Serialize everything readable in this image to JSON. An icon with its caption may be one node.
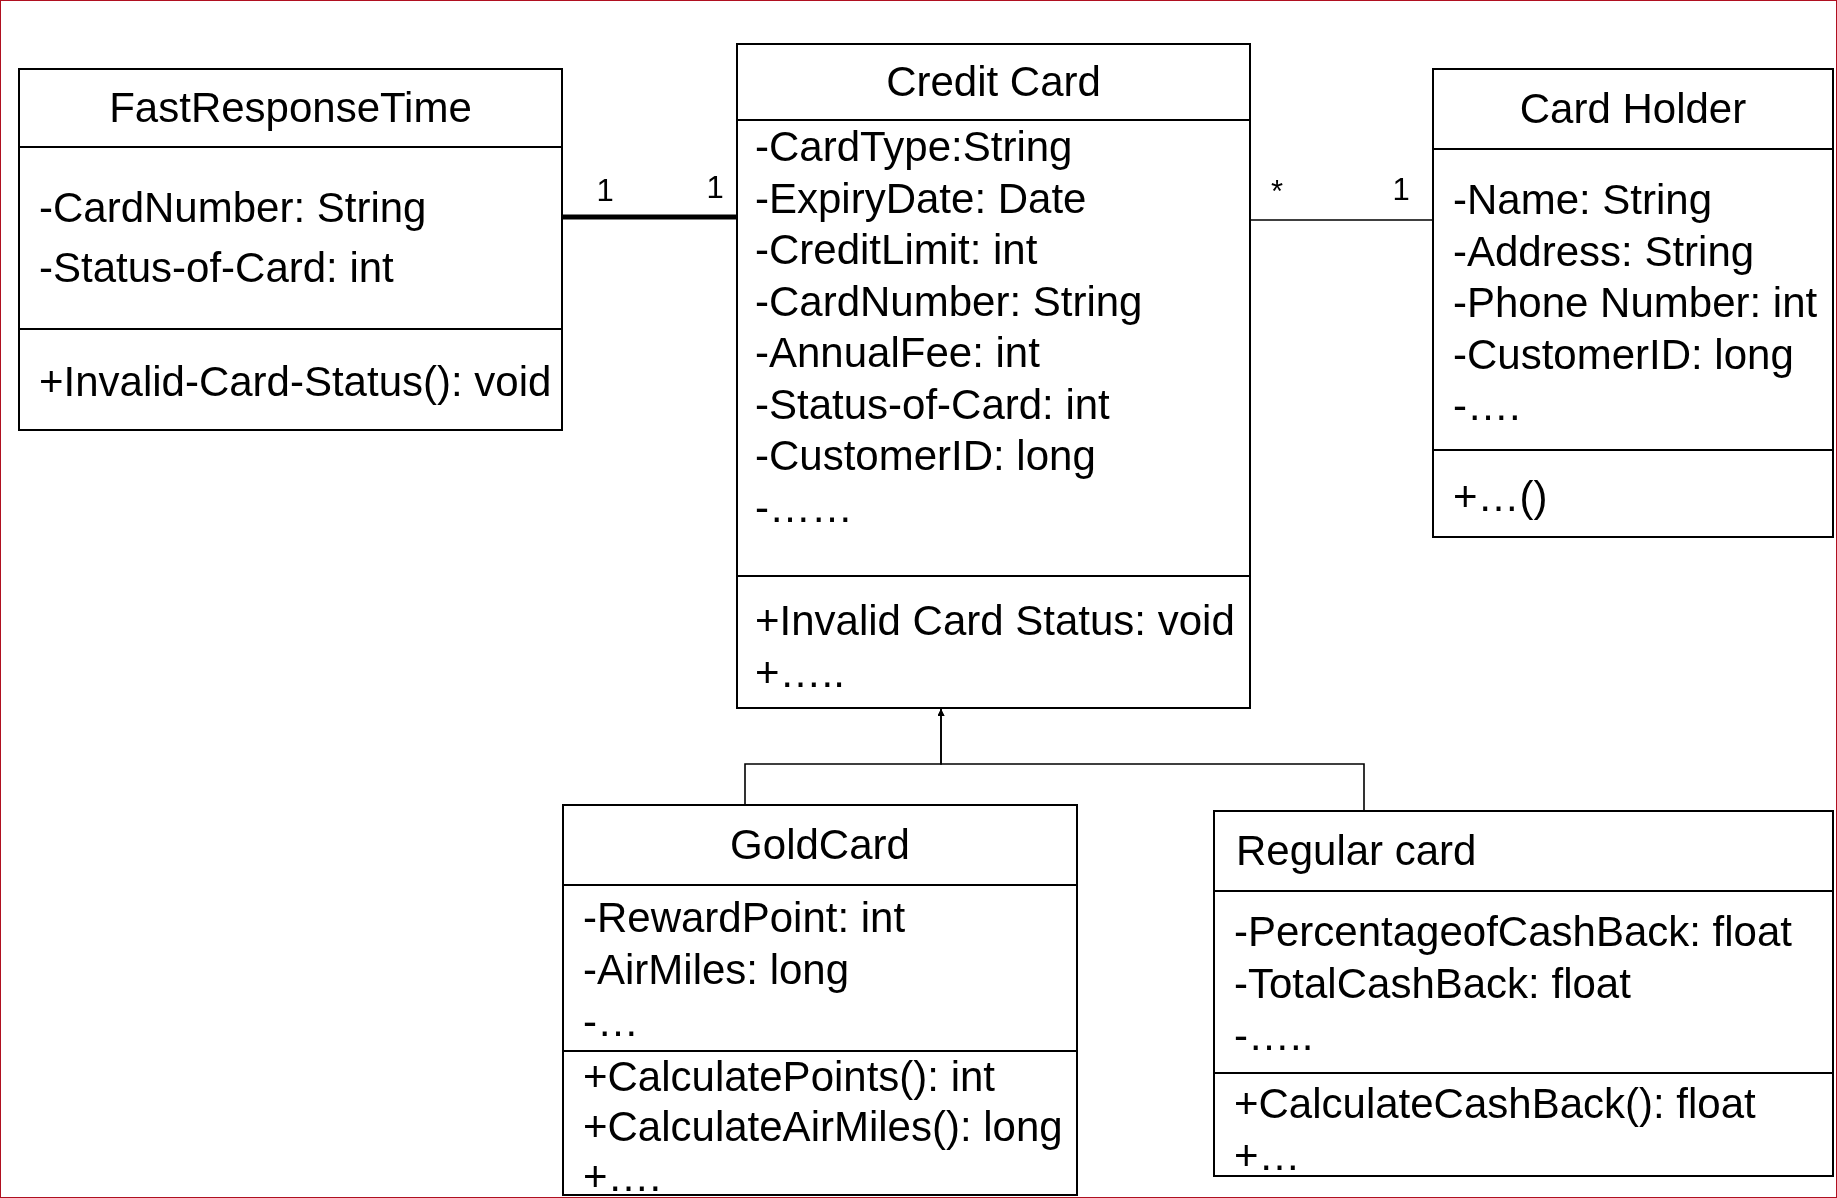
{
  "diagram": {
    "nodes": [
      {
        "text": [
          "FastResponseTime"
        ]
      },
      {
        "text": [
          "-CardNumber: String",
          "-Status-of-Card: int"
        ],
        "in": 0
      },
      {
        "text": [
          "+Invalid-Card-Status(): void"
        ],
        "in": 0
      },
      {
        "text": [
          "Credit Card"
        ]
      },
      {
        "text": [
          "-CardType:String",
          "-ExpiryDate: Date",
          "-CreditLimit: int",
          "-CardNumber: String",
          "-AnnualFee: int",
          "-Status-of-Card: int",
          "-CustomerID: long",
          "-……"
        ],
        "in": 3
      },
      {
        "text": [
          "+Invalid Card Status: void",
          "+….."
        ],
        "in": 3
      },
      {
        "text": [
          "Card Holder"
        ]
      },
      {
        "text": [
          "-Name: String",
          "-Address: String",
          "-Phone Number: int",
          "-CustomerID: long",
          "-…."
        ],
        "in": 6
      },
      {
        "text": [
          "+…()"
        ],
        "in": 6
      },
      {
        "text": [
          "GoldCard"
        ]
      },
      {
        "text": [
          "-RewardPoint: int",
          "-AirMiles: long",
          "-…"
        ],
        "in": 9
      },
      {
        "text": [
          "+CalculatePoints(): int",
          "+CalculateAirMiles(): long",
          "+…."
        ],
        "in": 9
      },
      {
        "text": [
          "Regular card"
        ]
      },
      {
        "text": [
          "-PercentageofCashBack: float",
          "-TotalCashBack: float",
          "-….."
        ],
        "in": 12
      },
      {
        "text": [
          "+CalculateCashBack(): float",
          "+…"
        ],
        "in": 12
      }
    ],
    "edges": [
      {
        "from": 0,
        "to": 3,
        "arrow": "none",
        "style": "thick"
      },
      {
        "from": 3,
        "to": 6,
        "arrow": "none"
      },
      {
        "from": 9,
        "to": 3,
        "arrow": "to"
      },
      {
        "from": 12,
        "to": 3,
        "arrow": "to"
      }
    ],
    "labels": [
      "1",
      "1",
      "*",
      "1"
    ]
  }
}
